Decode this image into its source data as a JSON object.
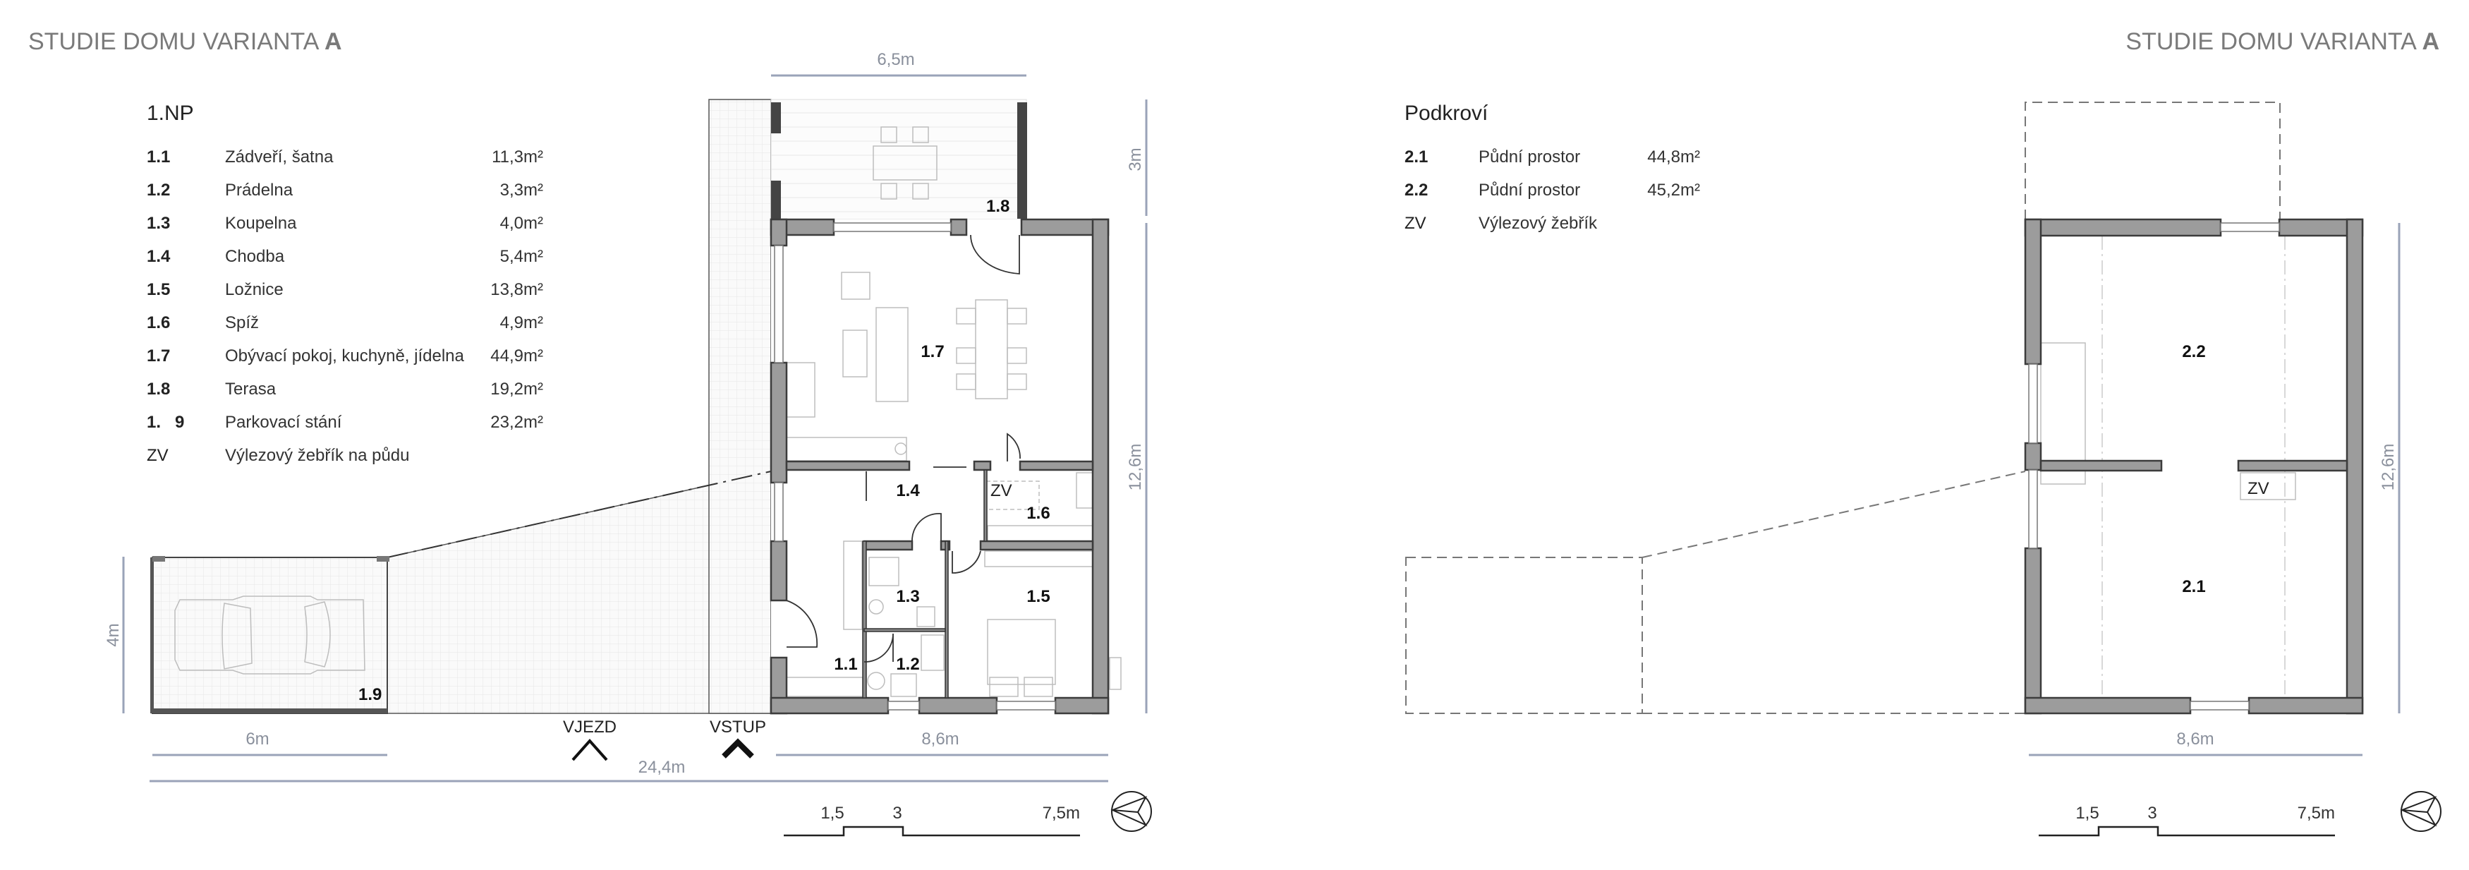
{
  "header": {
    "title_left": "STUDIE DOMU VARIANTA ",
    "title_left_bold": "A",
    "title_right": "STUDIE DOMU VARIANTA ",
    "title_right_bold": "A"
  },
  "ground_floor": {
    "heading": "1.NP",
    "rooms": [
      {
        "code": "1.1",
        "name": "Zádveří, šatna",
        "area": "11,3m²"
      },
      {
        "code": "1.2",
        "name": "Prádelna",
        "area": "3,3m²"
      },
      {
        "code": "1.3",
        "name": "Koupelna",
        "area": "4,0m²"
      },
      {
        "code": "1.4",
        "name": "Chodba",
        "area": "5,4m²"
      },
      {
        "code": "1.5",
        "name": "Ložnice",
        "area": "13,8m²"
      },
      {
        "code": "1.6",
        "name": "Spíž",
        "area": "4,9m²"
      },
      {
        "code": "1.7",
        "name": "Obývací pokoj, kuchyně, jídelna",
        "area": "44,9m²"
      },
      {
        "code": "1.8",
        "name": "Terasa",
        "area": "19,2m²"
      },
      {
        "code": "1.   9",
        "name": "Parkovací stání",
        "area": "23,2m²"
      },
      {
        "code": "ZV",
        "name": "Výlezový žebřík na půdu",
        "area": ""
      }
    ],
    "plan_labels": {
      "r11": "1.1",
      "r12": "1.2",
      "r13": "1.3",
      "r14": "1.4",
      "r15": "1.5",
      "r16": "1.6",
      "r17": "1.7",
      "r18": "1.8",
      "r19": "1.9",
      "zv": "ZV"
    },
    "dimensions": {
      "terrace_width": "6,5m",
      "terrace_depth": "3m",
      "house_depth": "12,6m",
      "house_width": "8,6m",
      "parking_width": "6m",
      "parking_depth": "4m",
      "total_width": "24,4m"
    },
    "entries": {
      "driveway": "VJEZD",
      "entrance": "VSTUP"
    },
    "scale": {
      "t1": "1,5",
      "t2": "3",
      "t3": "7,5m"
    }
  },
  "attic": {
    "heading": "Podkroví",
    "rooms": [
      {
        "code": "2.1",
        "name": "Půdní prostor",
        "area": "44,8m²"
      },
      {
        "code": "2.2",
        "name": "Půdní prostor",
        "area": "45,2m²"
      },
      {
        "code": "ZV",
        "name": "Výlezový žebřík",
        "area": ""
      }
    ],
    "plan_labels": {
      "r21": "2.1",
      "r22": "2.2",
      "zv": "ZV"
    },
    "dimensions": {
      "house_depth": "12,6m",
      "house_width": "8,6m"
    },
    "scale": {
      "t1": "1,5",
      "t2": "3",
      "t3": "7,5m"
    }
  },
  "colors": {
    "wall": "#9c9c9c",
    "dimension": "#9aa3b8",
    "title": "#7a7a7a"
  },
  "icons": {
    "north_arrow": "north-arrow-icon",
    "arrow_up": "chevron-up-icon"
  }
}
